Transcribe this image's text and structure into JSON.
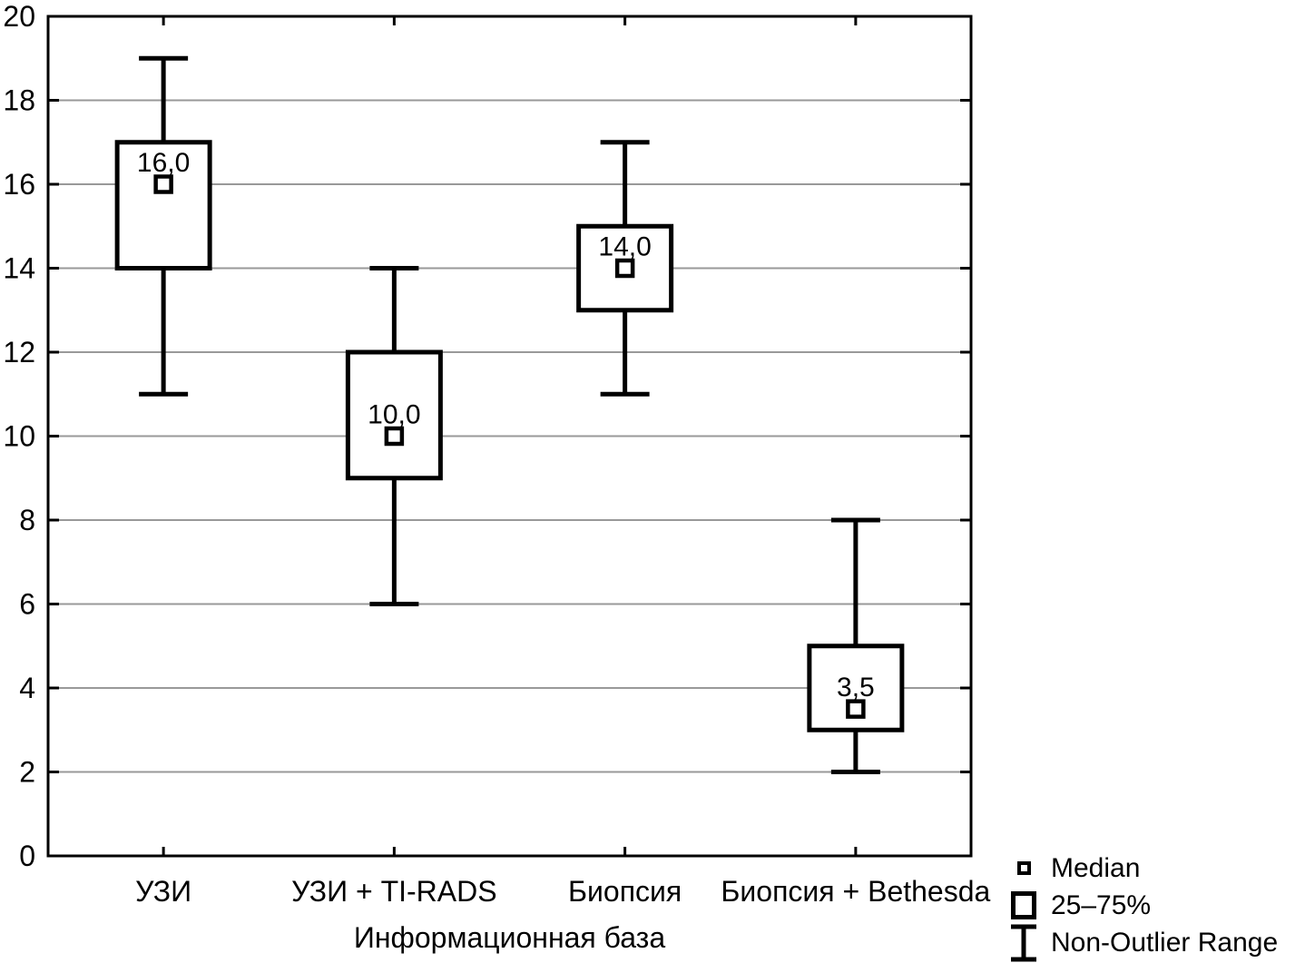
{
  "chart_data": {
    "type": "box",
    "title": "",
    "xlabel": "Информационная база",
    "ylabel": "",
    "ylim": [
      0,
      20
    ],
    "yticks": [
      0,
      2,
      4,
      6,
      8,
      10,
      12,
      14,
      16,
      18,
      20
    ],
    "grid": true,
    "legend_position": "bottom-right-outside",
    "categories": [
      "УЗИ",
      "УЗИ + TI-RADS",
      "Биопсия",
      "Биопсия + Bethesda"
    ],
    "series": [
      {
        "category": "УЗИ",
        "median": 16,
        "median_label": "16,0",
        "q1": 14,
        "q3": 17,
        "whisker_low": 11,
        "whisker_high": 19
      },
      {
        "category": "УЗИ + TI-RADS",
        "median": 10,
        "median_label": "10,0",
        "q1": 9,
        "q3": 12,
        "whisker_low": 6,
        "whisker_high": 14
      },
      {
        "category": "Биопсия",
        "median": 14,
        "median_label": "14,0",
        "q1": 13,
        "q3": 15,
        "whisker_low": 11,
        "whisker_high": 17
      },
      {
        "category": "Биопсия + Bethesda",
        "median": 3.5,
        "median_label": "3,5",
        "q1": 3,
        "q3": 5,
        "whisker_low": 2,
        "whisker_high": 8
      }
    ],
    "legend": [
      {
        "symbol": "median-square",
        "label": "Median"
      },
      {
        "symbol": "box",
        "label": "25–75%"
      },
      {
        "symbol": "whisker-range",
        "label": "Non-Outlier Range"
      }
    ],
    "colors": {
      "line": "#000000",
      "grid": "#999999",
      "fill": "#ffffff",
      "background": "#ffffff"
    }
  }
}
